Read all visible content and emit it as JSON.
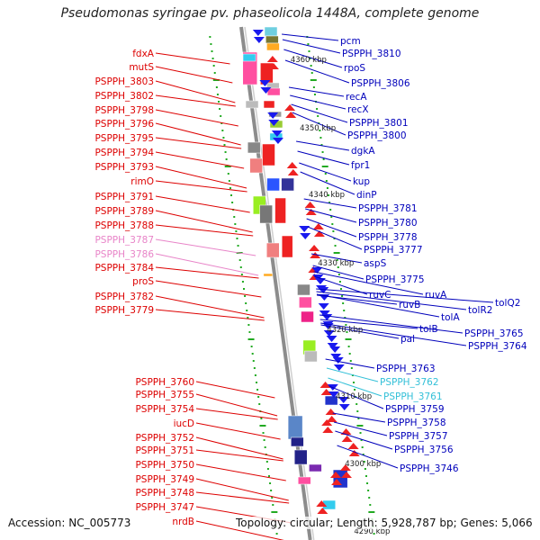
{
  "title": "Pseudomonas syringae pv. phaseolicola 1448A, complete genome",
  "footer": {
    "accession": "Accession: NC_005773",
    "summary": "Topology: circular; Length: 5,928,787 bp; Genes: 5,066"
  },
  "colors": {
    "forward_label": "#dd0000",
    "reverse_label": "#0000bb",
    "faded_forward_label": "#e884c8",
    "faded_reverse_label": "#33c0d8",
    "backbone": "#8c8c8c",
    "tick": "#22aa22"
  },
  "scale_labels": [
    "4360 kbp",
    "4350 kbp",
    "4340 kbp",
    "4330 kbp",
    "4320 kbp",
    "4310 kbp",
    "4300 kbp",
    "4290 kbp"
  ],
  "left_labels": [
    "fdxA",
    "mutS",
    "PSPPH_3803",
    "PSPPH_3802",
    "PSPPH_3798",
    "PSPPH_3796",
    "PSPPH_3795",
    "PSPPH_3794",
    "PSPPH_3793",
    "rimO",
    "PSPPH_3791",
    "PSPPH_3789",
    "PSPPH_3788",
    "PSPPH_3787",
    "PSPPH_3786",
    "PSPPH_3784",
    "proS",
    "PSPPH_3782",
    "PSPPH_3779",
    "PSPPH_3760",
    "PSPPH_3755",
    "PSPPH_3754",
    "iucD",
    "PSPPH_3752",
    "PSPPH_3751",
    "PSPPH_3750",
    "PSPPH_3749",
    "PSPPH_3748",
    "PSPPH_3747",
    "nrdB"
  ],
  "right_labels": [
    "pcm",
    "PSPPH_3810",
    "rpoS",
    "PSPPH_3806",
    "recA",
    "recX",
    "PSPPH_3801",
    "PSPPH_3800",
    "dgkA",
    "fpr1",
    "kup",
    "dinP",
    "PSPPH_3781",
    "PSPPH_3780",
    "PSPPH_3778",
    "PSPPH_3777",
    "aspS",
    "PSPPH_3775",
    "ruvC",
    "ruvA",
    "ruvB",
    "tolQ2",
    "tolR2",
    "tolA",
    "tolB",
    "pal",
    "PSPPH_3765",
    "PSPPH_3764",
    "PSPPH_3763",
    "PSPPH_3762",
    "PSPPH_3761",
    "PSPPH_3759",
    "PSPPH_3758",
    "PSPPH_3757",
    "PSPPH_3756",
    "PSPPH_3746"
  ]
}
